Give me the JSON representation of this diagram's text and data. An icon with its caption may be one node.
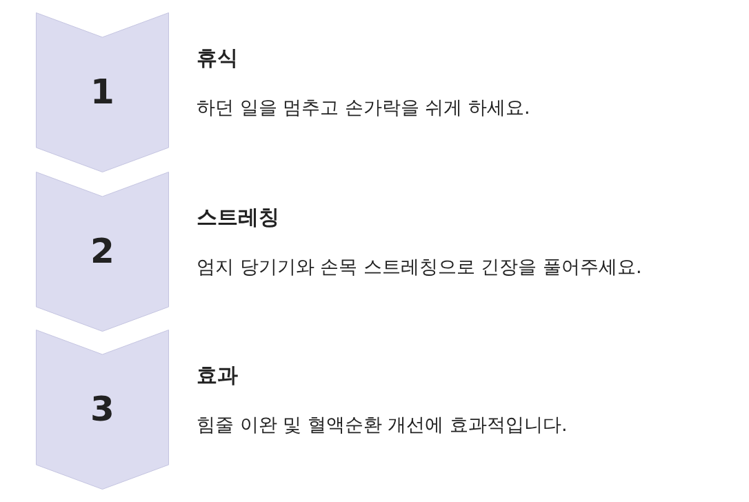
{
  "diagram": {
    "nodes": [
      {
        "text": [
          "1"
        ],
        "beside": [
          "휴식",
          "하던 일을 멈추고 손가락을 쉬게 하세요."
        ]
      },
      {
        "text": [
          "2"
        ],
        "beside": [
          "스트레칭",
          "엄지 당기기와 손목 스트레칭으로 긴장을 풀어주세요."
        ]
      },
      {
        "text": [
          "3"
        ],
        "beside": [
          "효과",
          "힘줄 이완 및 혈액순환 개선에 효과적입니다."
        ]
      }
    ]
  }
}
